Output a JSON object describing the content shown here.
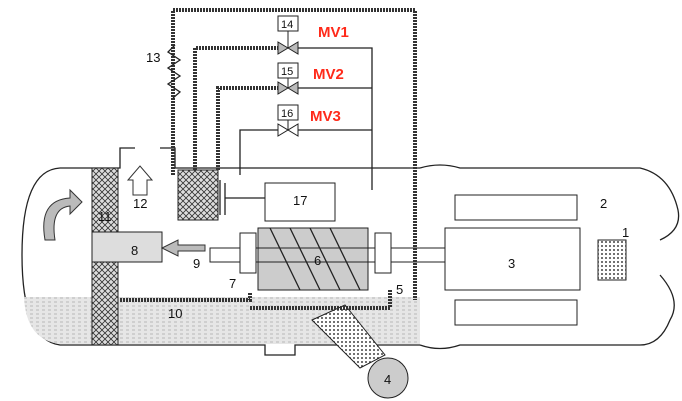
{
  "labels": {
    "n1": "1",
    "n2": "2",
    "n3": "3",
    "n4": "4",
    "n5": "5",
    "n6": "6",
    "n7": "7",
    "n8": "8",
    "n9": "9",
    "n10": "10",
    "n11": "11",
    "n12": "12",
    "n13": "13",
    "n14": "14",
    "n15": "15",
    "n16": "16",
    "n17": "17"
  },
  "valves": {
    "mv1": "MV1",
    "mv2": "MV2",
    "mv3": "MV3"
  },
  "colors": {
    "valve_label": "#ff2a1a",
    "line": "#222222"
  }
}
